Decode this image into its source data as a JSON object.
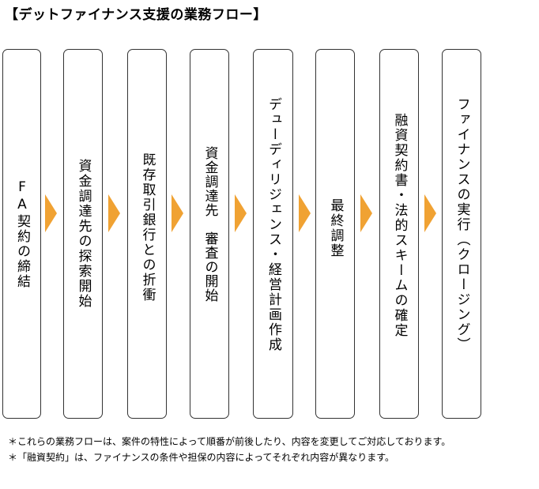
{
  "title": "【デットファイナンス支援の業務フロー】",
  "steps": [
    {
      "label": "FA契約の締結"
    },
    {
      "label": "資金調達先の探索開始"
    },
    {
      "label": "既存取引銀行との折衝"
    },
    {
      "label": "資金調達先　審査の開始"
    },
    {
      "label": "デューディリジェンス・経営計画作成"
    },
    {
      "label": "最終調整"
    },
    {
      "label": "融資契約書・法的スキームの確定"
    },
    {
      "label": "ファイナンスの実行（クロージング）"
    }
  ],
  "notes": [
    "＊これらの業務フローは、案件の特性によって順番が前後したり、内容を変更してご対応しております。",
    "＊「融資契約」は、ファイナンスの条件や担保の内容によってそれぞれ内容が異なります。"
  ],
  "colors": {
    "arrow": "#f0a233",
    "border": "#333333",
    "background": "#ffffff"
  }
}
